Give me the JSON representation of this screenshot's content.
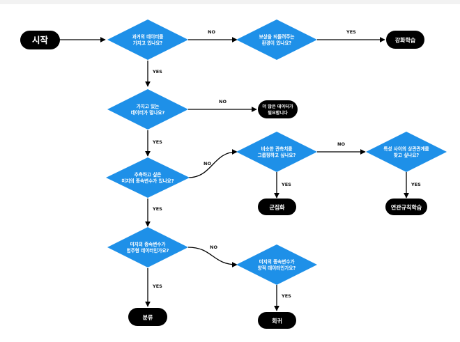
{
  "colors": {
    "decision": "#1e90e8",
    "terminal": "#000000",
    "arrow": "#000000",
    "text_on_node": "#ffffff"
  },
  "nodes": {
    "start": "시작",
    "q_past_data_1": "과거의 데이터를",
    "q_past_data_2": "가지고 있나요?",
    "q_reward_env_1": "보상을 되돌려주는",
    "q_reward_env_2": "환경이 있나요?",
    "reinforcement_learning": "강화학습",
    "q_enough_data_1": "가지고 있는",
    "q_enough_data_2": "데이터가 많나요?",
    "need_more_data_1": "더 많은 데이터가",
    "need_more_data_2": "필요합니다",
    "q_target_var_1": "추측하고 싶은",
    "q_target_var_2": "미지의 종속변수가 있나요?",
    "q_group_obs_1": "비슷한 관측치를",
    "q_group_obs_2": "그룹핑하고 싶나요?",
    "clustering": "군집화",
    "q_feature_corr_1": "특성 사이의 상관관계를",
    "q_feature_corr_2": "찾고 싶나요?",
    "association_rules": "연관규칙학습",
    "q_categorical_1": "미지의 종속변수가",
    "q_categorical_2": "범주형 데이터인가요?",
    "classification": "분류",
    "q_quantitative_1": "미지의 종속변수가",
    "q_quantitative_2": "양적 데이터인가요?",
    "regression": "회귀"
  },
  "edges": {
    "yes": "YES",
    "no": "NO"
  }
}
